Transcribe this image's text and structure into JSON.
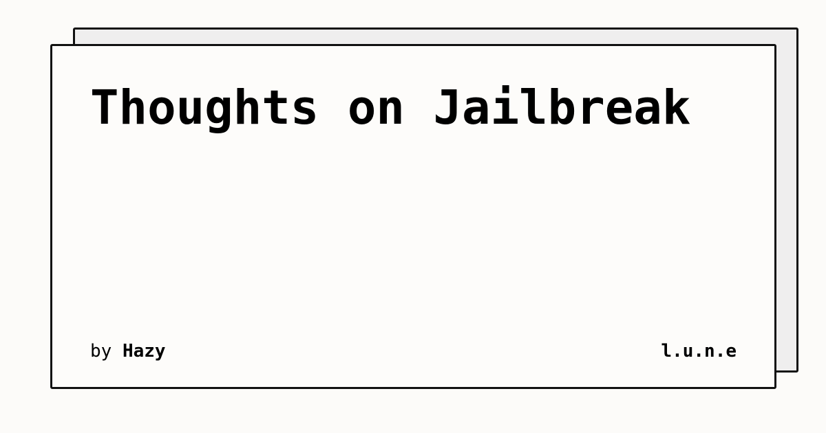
{
  "card": {
    "title": "Thoughts on Jailbreak",
    "byline_prefix": "by",
    "author": "Hazy",
    "brand": "l.u.n.e"
  },
  "colors": {
    "page_background": "#fcfbf9",
    "card_background": "#fdfcfa",
    "back_card_background": "#efeeee",
    "border": "#111111",
    "text": "#000000"
  }
}
